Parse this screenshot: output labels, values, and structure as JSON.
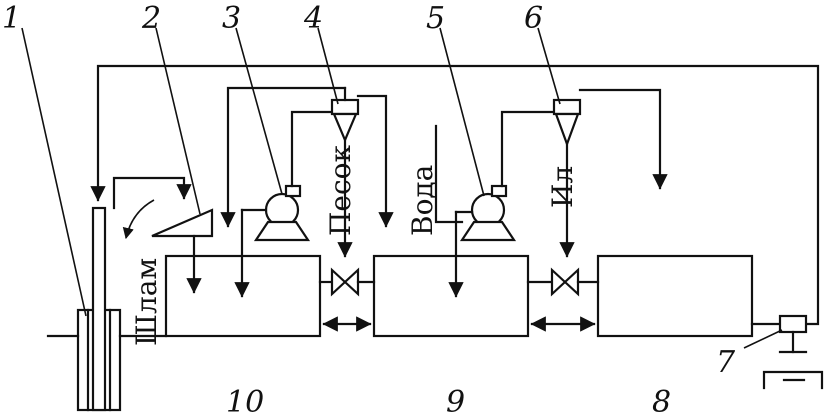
{
  "callouts": {
    "n1": "1",
    "n2": "2",
    "n3": "3",
    "n4": "4",
    "n5": "5",
    "n6": "6",
    "n7": "7",
    "n8": "8",
    "n9": "9",
    "n10": "10"
  },
  "labels": {
    "shlam": "Шлам",
    "pesok": "Песок",
    "voda": "Вода",
    "il": "Ил"
  }
}
